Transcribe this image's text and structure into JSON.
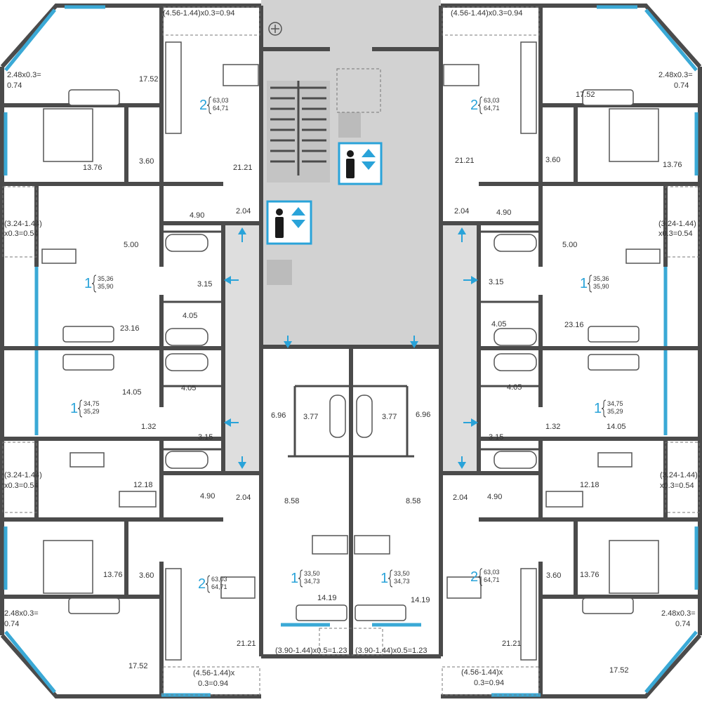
{
  "colors": {
    "wall": "#4b4b4b",
    "corridor": "#dedede",
    "core": "#d2d2d2",
    "window": "#3aa9d6",
    "accent": "#29a3d9",
    "text": "#333333"
  },
  "icons": [
    "elevator-icon",
    "compass-icon",
    "arrow-icon"
  ],
  "areas": [
    {
      "text": "(4.56-1.44)x0.3=0.94"
    },
    {
      "text": "(4.56-1.44)x0.3=0.94"
    },
    {
      "text": "2.48x0.3="
    },
    {
      "text": "0.74"
    },
    {
      "text": "2.48x0.3="
    },
    {
      "text": "0.74"
    },
    {
      "text": "17.52"
    },
    {
      "text": "17.52"
    },
    {
      "text": "13.76"
    },
    {
      "text": "3.60"
    },
    {
      "text": "21.21"
    },
    {
      "text": "21.21"
    },
    {
      "text": "3.60"
    },
    {
      "text": "13.76"
    },
    {
      "text": "(3.24-1.44)"
    },
    {
      "text": "x0.3=0.54"
    },
    {
      "text": "(3.24-1.44)"
    },
    {
      "text": "x0.3=0.54"
    },
    {
      "text": "4.90"
    },
    {
      "text": "2.04"
    },
    {
      "text": "2.04"
    },
    {
      "text": "4.90"
    },
    {
      "text": "5.00"
    },
    {
      "text": "5.00"
    },
    {
      "text": "3.15"
    },
    {
      "text": "3.15"
    },
    {
      "text": "4.05"
    },
    {
      "text": "23.16"
    },
    {
      "text": "4.05"
    },
    {
      "text": "23.16"
    },
    {
      "text": "14.05"
    },
    {
      "text": "4.05"
    },
    {
      "text": "4.05"
    },
    {
      "text": "3.77"
    },
    {
      "text": "3.77"
    },
    {
      "text": "6.96"
    },
    {
      "text": "6.96"
    },
    {
      "text": "1.32"
    },
    {
      "text": "1.32"
    },
    {
      "text": "14.05"
    },
    {
      "text": "3.15"
    },
    {
      "text": "3.15"
    },
    {
      "text": "(3.24-1.44)"
    },
    {
      "text": "x0.3=0.54"
    },
    {
      "text": "(3.24-1.44)"
    },
    {
      "text": "x0.3=0.54"
    },
    {
      "text": "12.18"
    },
    {
      "text": "12.18"
    },
    {
      "text": "4.90"
    },
    {
      "text": "2.04"
    },
    {
      "text": "8.58"
    },
    {
      "text": "8.58"
    },
    {
      "text": "2.04"
    },
    {
      "text": "4.90"
    },
    {
      "text": "13.76"
    },
    {
      "text": "3.60"
    },
    {
      "text": "3.60"
    },
    {
      "text": "13.76"
    },
    {
      "text": "2.48x0.3="
    },
    {
      "text": "0.74"
    },
    {
      "text": "2.48x0.3="
    },
    {
      "text": "0.74"
    },
    {
      "text": "14.19"
    },
    {
      "text": "14.19"
    },
    {
      "text": "21.21"
    },
    {
      "text": "21.21"
    },
    {
      "text": "(3.90-1.44)x0.5=1.23"
    },
    {
      "text": "(3.90-1.44)x0.5=1.23"
    },
    {
      "text": "17.52"
    },
    {
      "text": "17.52"
    },
    {
      "text": "(4.56-1.44)x"
    },
    {
      "text": "0.3=0.94"
    },
    {
      "text": "(4.56-1.44)x"
    },
    {
      "text": "0.3=0.94"
    }
  ],
  "apartments": [
    {
      "rooms": "2",
      "area_a": "63,03",
      "area_b": "64,71"
    },
    {
      "rooms": "2",
      "area_a": "63,03",
      "area_b": "64,71"
    },
    {
      "rooms": "1",
      "area_a": "35,36",
      "area_b": "35,90"
    },
    {
      "rooms": "1",
      "area_a": "35,36",
      "area_b": "35,90"
    },
    {
      "rooms": "1",
      "area_a": "34,75",
      "area_b": "35,29"
    },
    {
      "rooms": "1",
      "area_a": "34,75",
      "area_b": "35,29"
    },
    {
      "rooms": "1",
      "area_a": "33,50",
      "area_b": "34,73"
    },
    {
      "rooms": "1",
      "area_a": "33,50",
      "area_b": "34,73"
    },
    {
      "rooms": "2",
      "area_a": "63,03",
      "area_b": "64,71"
    },
    {
      "rooms": "2",
      "area_a": "63,03",
      "area_b": "64,71"
    }
  ]
}
